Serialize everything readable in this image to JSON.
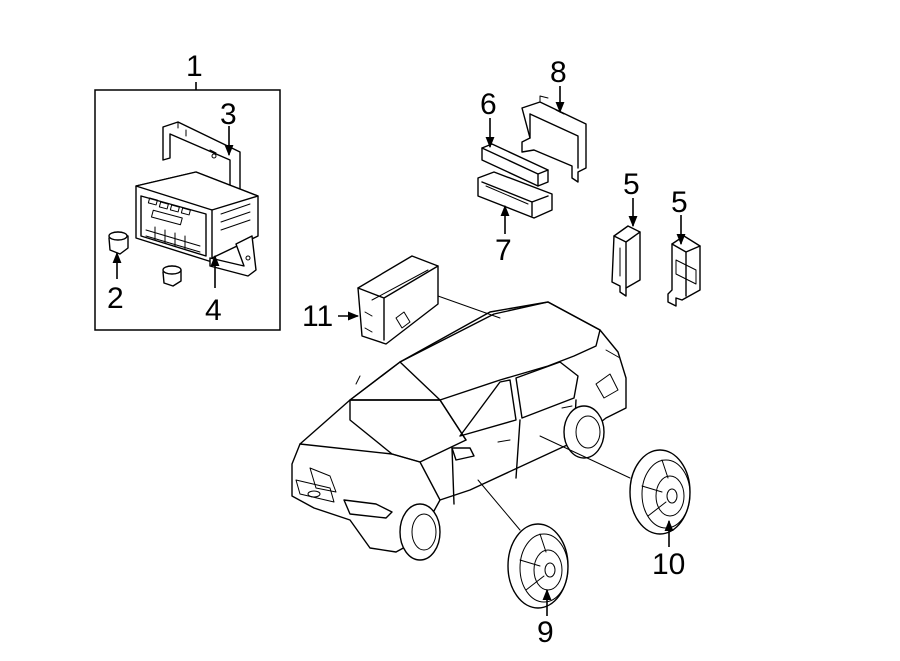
{
  "callouts": {
    "c1": "1",
    "c2": "2",
    "c3": "3",
    "c4": "4",
    "c5a": "5",
    "c5b": "5",
    "c6": "6",
    "c7": "7",
    "c8": "8",
    "c9": "9",
    "c10": "10",
    "c11": "11"
  },
  "parts": [
    {
      "number": "1",
      "item": "radio-assembly-group"
    },
    {
      "number": "2",
      "item": "knob"
    },
    {
      "number": "3",
      "item": "upper-bracket"
    },
    {
      "number": "4",
      "item": "lower-bracket"
    },
    {
      "number": "5",
      "item": "module-bracket"
    },
    {
      "number": "6",
      "item": "upper-housing"
    },
    {
      "number": "7",
      "item": "lower-housing"
    },
    {
      "number": "8",
      "item": "mounting-bracket"
    },
    {
      "number": "9",
      "item": "front-door-speaker"
    },
    {
      "number": "10",
      "item": "rear-door-speaker"
    },
    {
      "number": "11",
      "item": "amplifier-module"
    }
  ]
}
